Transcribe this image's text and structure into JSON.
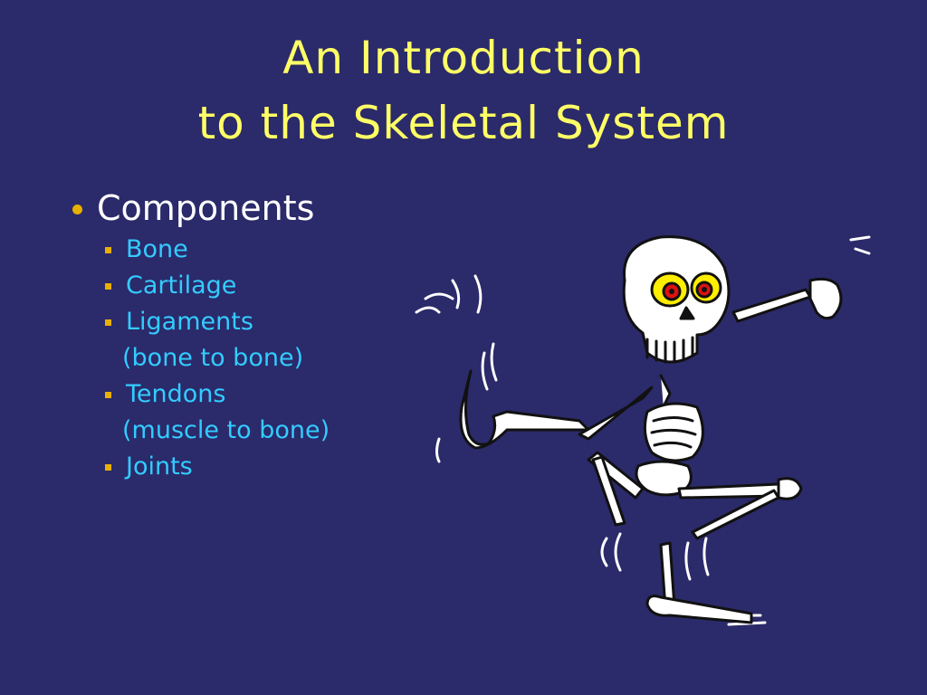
{
  "slide": {
    "title_line1": "An Introduction",
    "title_line2": "to the Skeletal System",
    "heading": "Components",
    "items": [
      {
        "label": "Bone",
        "note": ""
      },
      {
        "label": "Cartilage",
        "note": ""
      },
      {
        "label": "Ligaments",
        "note": "(bone to bone)"
      },
      {
        "label": "Tendons",
        "note": "(muscle to bone)"
      },
      {
        "label": "Joints",
        "note": ""
      }
    ],
    "clipart": "dancing-skeleton",
    "colors": {
      "background": "#2b2a6a",
      "title": "#ffff66",
      "heading": "#ffffff",
      "items": "#33ccff",
      "bullet": "#e8b000"
    }
  }
}
